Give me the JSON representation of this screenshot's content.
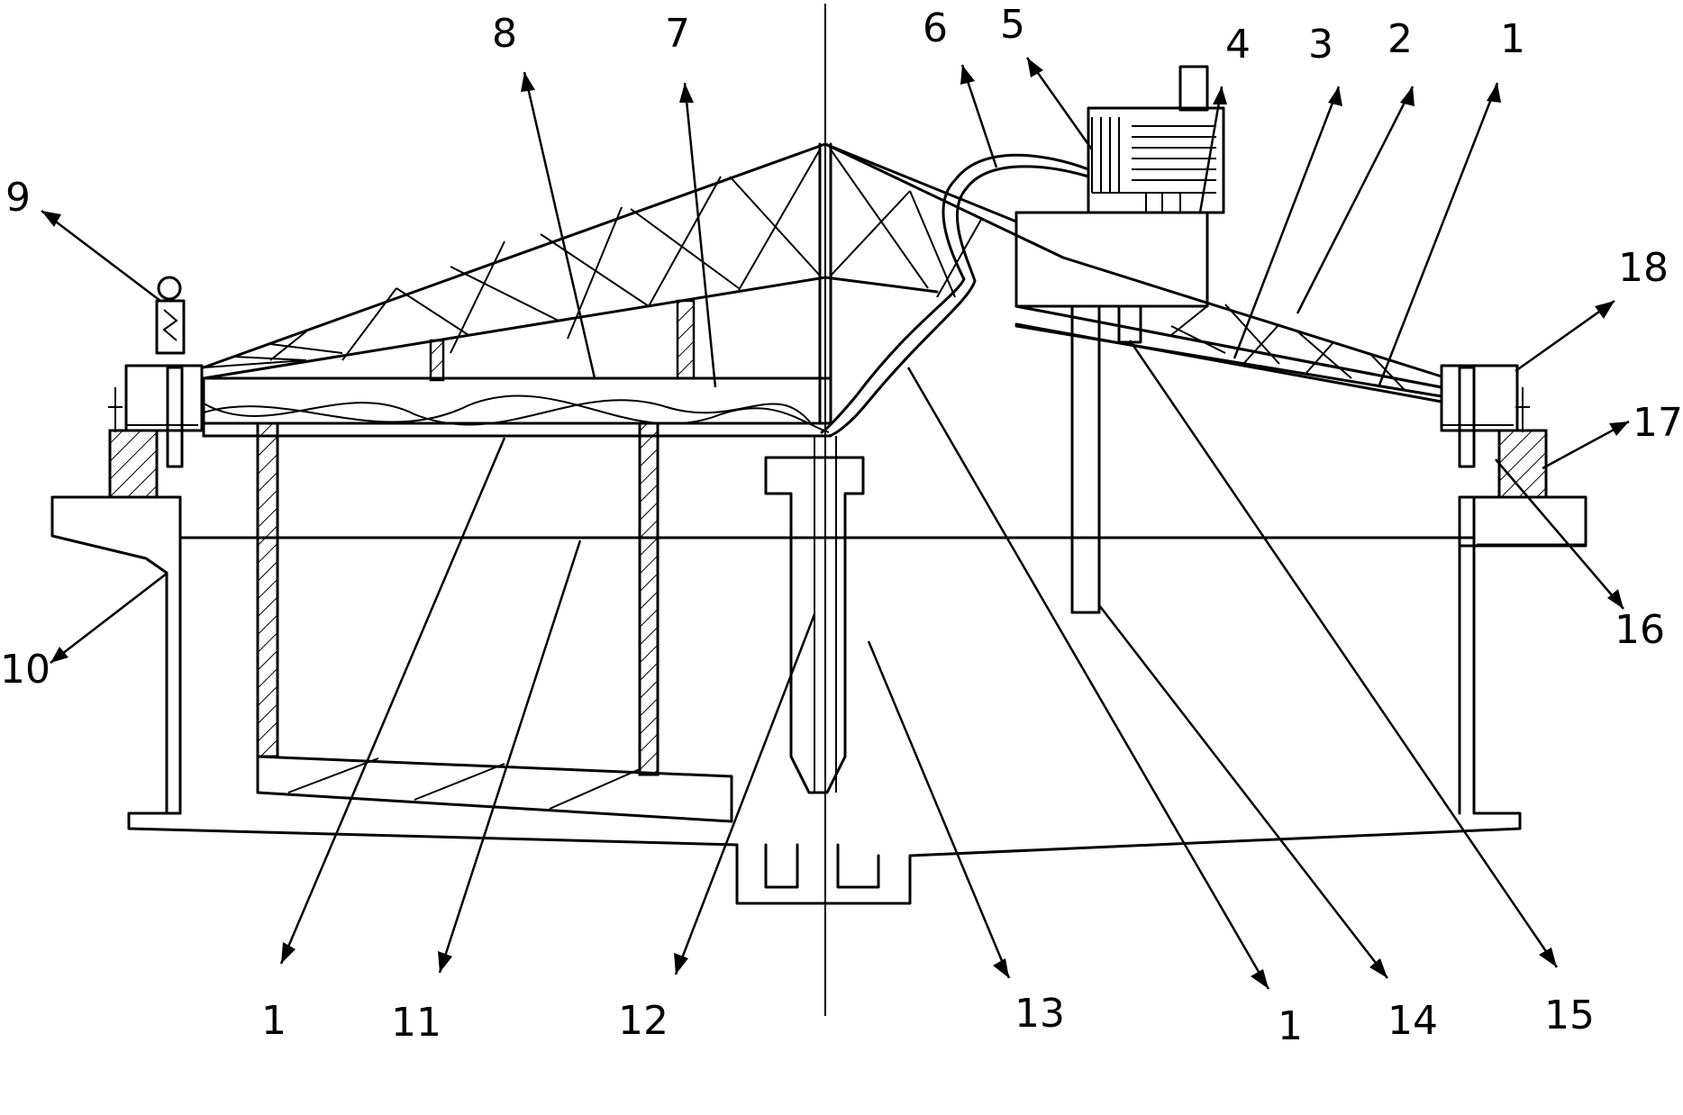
{
  "labels": {
    "l1_top": "1",
    "l2": "2",
    "l3": "3",
    "l4": "4",
    "l5": "5",
    "l6": "6",
    "l7": "7",
    "l8": "8",
    "l9": "9",
    "l10": "10",
    "l18": "18",
    "l17": "17",
    "l16": "16",
    "l1_bottom_left": "1",
    "l11": "11",
    "l12": "12",
    "l13": "13",
    "l1_bottom_right": "1",
    "l14": "14",
    "l15": "15"
  }
}
